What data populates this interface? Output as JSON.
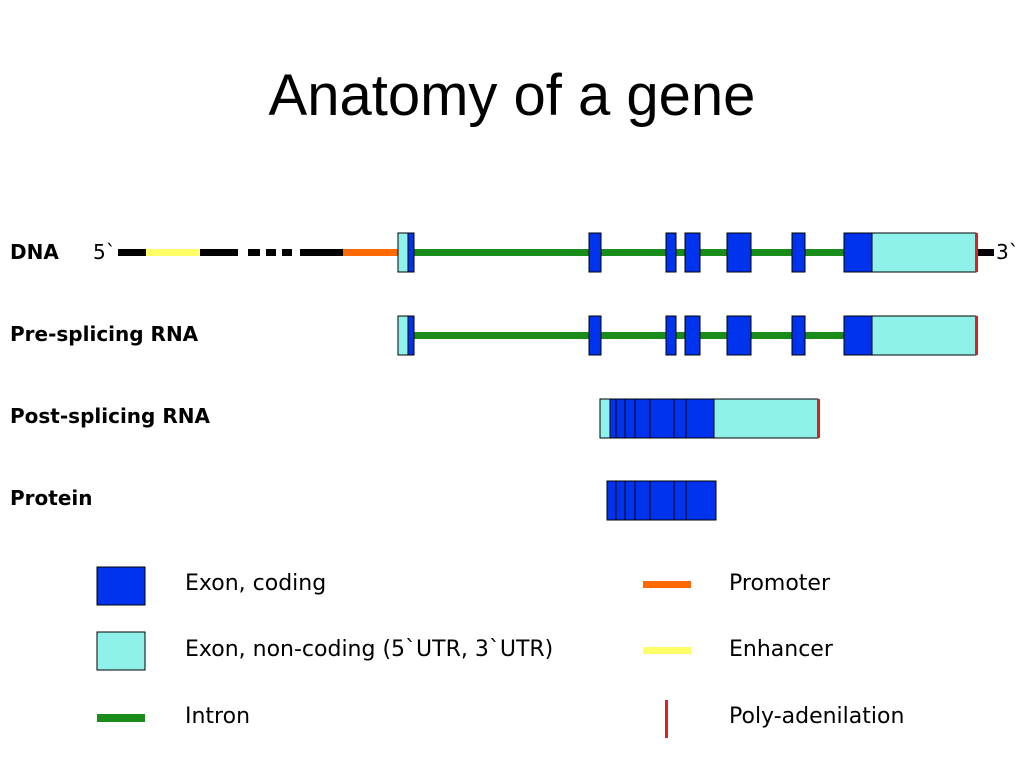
{
  "title": "Anatomy of a gene",
  "rows": {
    "dna": "DNA",
    "pre": "Pre-splicing RNA",
    "post": "Post-splicing RNA",
    "protein": "Protein"
  },
  "ends": {
    "five": "5`",
    "three": "3`"
  },
  "legend": {
    "exon_coding": "Exon, coding",
    "exon_noncoding": "Exon, non-coding (5`UTR, 3`UTR)",
    "intron": "Intron",
    "promoter": "Promoter",
    "enhancer": "Enhancer",
    "polya": "Poly-adenilation"
  },
  "colors": {
    "exon_coding": "#0033ee",
    "exon_noncoding": "#8ff2ea",
    "intron": "#1a8c1a",
    "promoter": "#ff6a00",
    "enhancer": "#ffff66",
    "polya": "#e02020",
    "dna_line": "#000000"
  }
}
